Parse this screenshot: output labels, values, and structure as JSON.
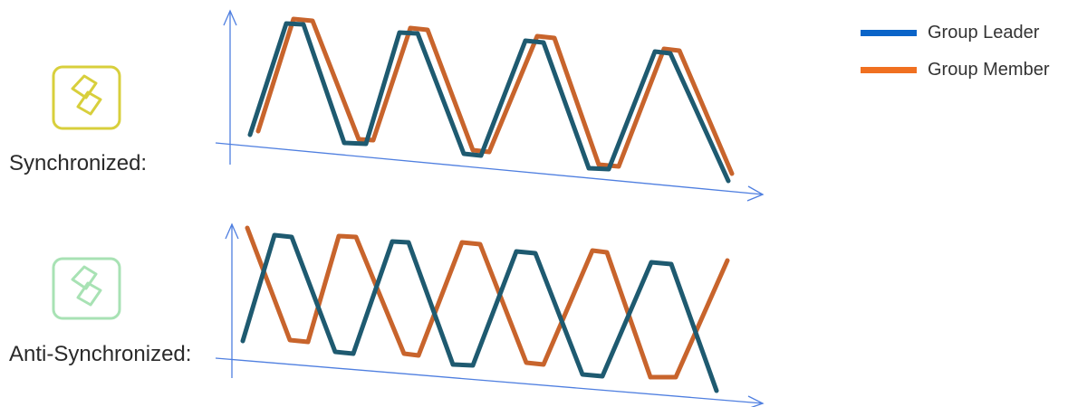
{
  "legend": {
    "leader": {
      "label": "Group Leader",
      "color": "#0a64c8"
    },
    "member": {
      "label": "Group Member",
      "color": "#f07020"
    }
  },
  "rows": {
    "synchronized": {
      "label": "Synchronized:",
      "icon": "chain-link-icon",
      "icon_color": "#d8cf3c"
    },
    "anti_synchronized": {
      "label": "Anti-Synchronized:",
      "icon": "chain-link-icon",
      "icon_color": "#a8e2b4"
    }
  },
  "colors": {
    "axis": "#4f7fe0",
    "leader_wave": "#1e5a70",
    "member_wave": "#c8642c"
  }
}
